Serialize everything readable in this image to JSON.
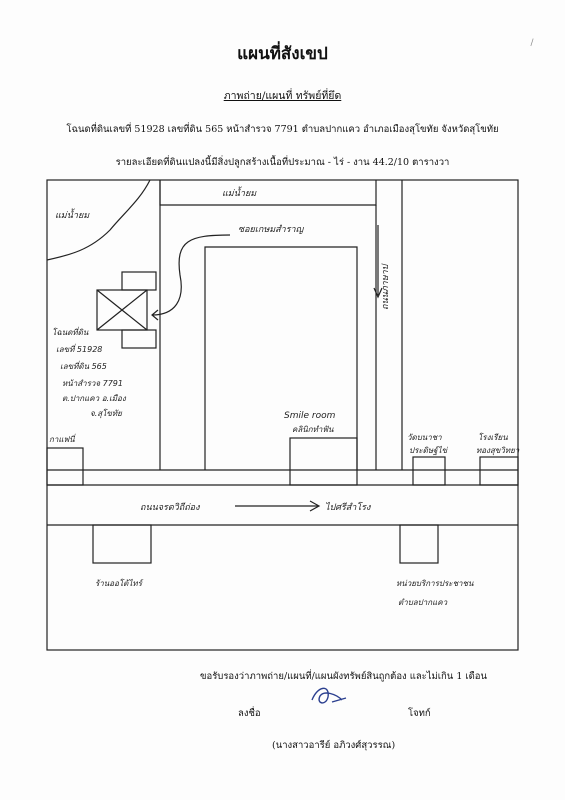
{
  "document": {
    "title": "แผนที่สังเขป",
    "subtitle": "ภาพถ่าย/แผนที่ ทรัพย์ที่ยึด",
    "deed_line": "โฉนดที่ดินเลขที่ 51928 เลขที่ดิน 565 หน้าสำรวจ 7791 ตำบลปากแคว อำเภอเมืองสุโขทัย จังหวัดสุโขทัย",
    "detail_line": "รายละเอียดที่ดินแปลงนี้มีสิ่งปลูกสร้างเนื้อที่ประมาณ - ไร่ - งาน 44.2/10 ตารางวา"
  },
  "map_labels": {
    "river_left": "แม่น้ำยม",
    "river_top": "แม่น้ำยม",
    "soi": "ซอยเกษมสำราญ",
    "road_vertical": "ถนนภาษาป",
    "deed_note_1": "โฉนดที่ดิน",
    "deed_note_2": "เลขที่ 51928",
    "deed_note_3": "เลขที่ดิน 565",
    "deed_note_4": "หน้าสำรวจ 7791",
    "deed_note_5": "ต.ปากแคว อ.เมือง",
    "deed_note_6": "จ.สุโขทัย",
    "shop_left": "กาแฟนี่",
    "smile_room_1": "Smile room",
    "smile_room_2": "คลินิกทำฟัน",
    "temple_1": "วัดบนาชา",
    "temple_2": "ประดิษฐ์ไข่",
    "school_1": "โรงเรียน",
    "school_2": "ทองสุขวิทยา",
    "main_road": "ถนนจรดวิถีถ่อง",
    "to_direction": "ไปศรีสำโรง",
    "garage": "ร้านออโต้ไทร์",
    "office_1": "หน่วยบริการประชาชน",
    "office_2": "ตำบลปากแคว"
  },
  "footer": {
    "certify": "ขอรับรองว่าภาพถ่าย/แผนที่/แผนผังทรัพย์สินถูกต้อง และไม่เกิน 1 เดือน",
    "sign_label": "ลงชื่อ",
    "role": "โจทก์",
    "name": "(นางสาวอารีย์    อภิวงศ์สุวรรณ)"
  },
  "colors": {
    "ink": "#111111",
    "signature": "#2b3f8f"
  }
}
